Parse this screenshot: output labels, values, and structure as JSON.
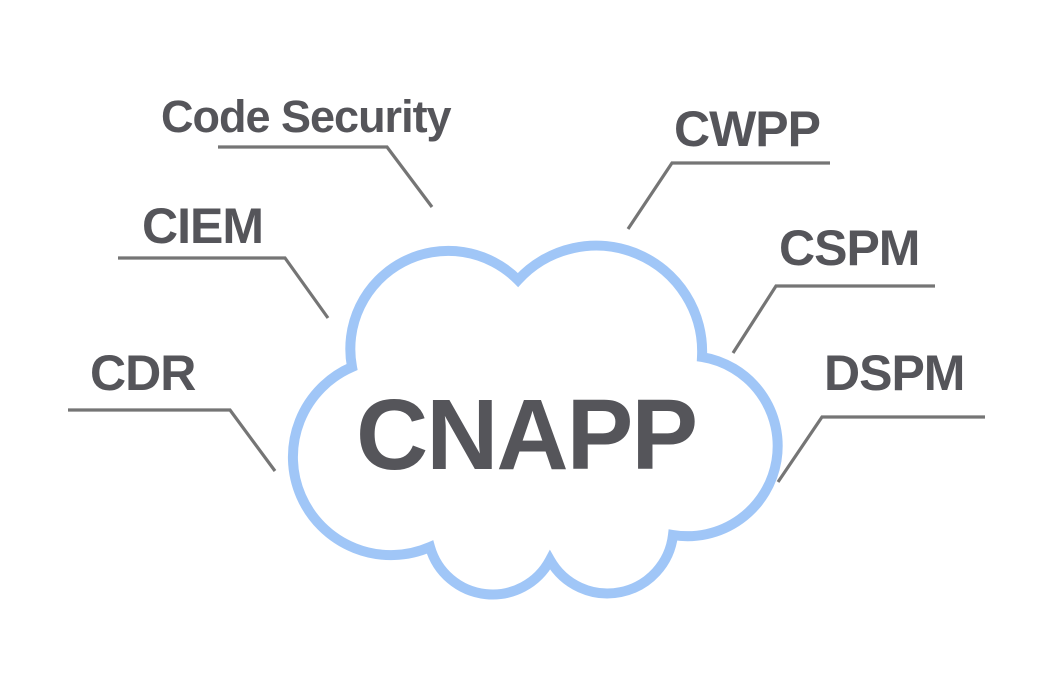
{
  "diagram": {
    "center": {
      "label": "CNAPP"
    },
    "satellites": [
      {
        "id": "code-security",
        "label": "Code Security",
        "position": "top-left"
      },
      {
        "id": "ciem",
        "label": "CIEM",
        "position": "mid-left"
      },
      {
        "id": "cdr",
        "label": "CDR",
        "position": "bottom-left"
      },
      {
        "id": "cwpp",
        "label": "CWPP",
        "position": "top-right"
      },
      {
        "id": "cspm",
        "label": "CSPM",
        "position": "mid-right"
      },
      {
        "id": "dspm",
        "label": "DSPM",
        "position": "bottom-right"
      }
    ],
    "colors": {
      "cloud_stroke": "#a0c6f7",
      "cloud_fill": "#ffffff",
      "connector_line": "#757575",
      "label_text": "#55555a",
      "background": "#ffffff"
    }
  }
}
